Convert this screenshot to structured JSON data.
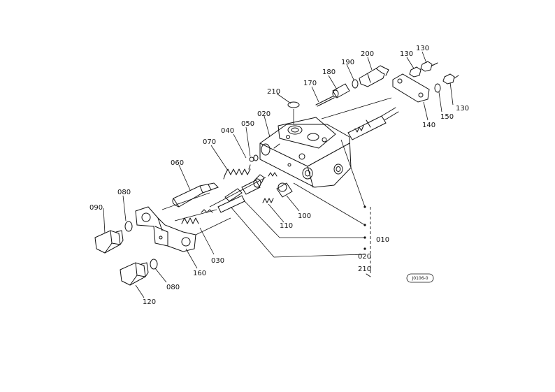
{
  "labels": {
    "p210a": "210",
    "p020a": "020",
    "p050": "050",
    "p040": "040",
    "p070": "070",
    "p060": "060",
    "p080a": "080",
    "p090": "090",
    "p030": "030",
    "p160": "160",
    "p080b": "080",
    "p120": "120",
    "p110": "110",
    "p100": "100",
    "p170": "170",
    "p180": "180",
    "p190": "190",
    "p200": "200",
    "p130a": "130",
    "p130b": "130",
    "p130c": "130",
    "p150": "150",
    "p140": "140",
    "p010": "010",
    "p020b": "020",
    "p210b": "210"
  },
  "stamp": "J0106-0"
}
